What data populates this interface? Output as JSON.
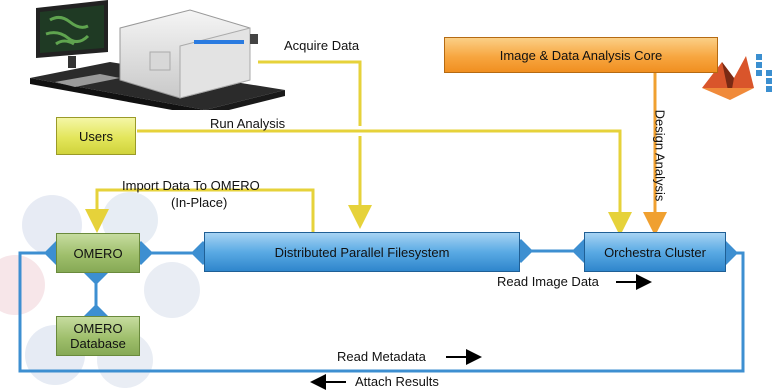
{
  "nodes": {
    "users": "Users",
    "omero": "OMERO",
    "omero_database": "OMERO Database",
    "filesystem": "Distributed Parallel Filesystem",
    "orchestra": "Orchestra Cluster",
    "analysis_core": "Image & Data Analysis Core"
  },
  "edges": {
    "acquire_data": "Acquire Data",
    "run_analysis": "Run Analysis",
    "import_data": "Import Data To OMERO",
    "in_place": "(In-Place)",
    "design_analysis": "Design Analysis",
    "read_image_data": "Read Image Data",
    "read_metadata": "Read Metadata",
    "attach_results": "Attach Results"
  },
  "colors": {
    "yellow_line": "#e6d23a",
    "orange_line": "#f0a030",
    "blue_line": "#3d8fd1"
  }
}
